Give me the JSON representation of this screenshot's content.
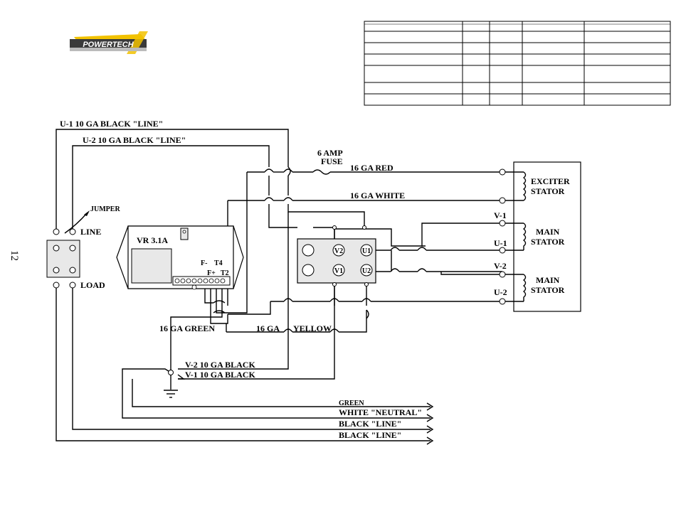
{
  "page": {
    "number": "12"
  },
  "logo": {
    "text": "POWERTECH"
  },
  "colors": {
    "ink": "#000000",
    "box_fill": "#e8e8e8",
    "paper": "#ffffff"
  },
  "table": {
    "rows": 7,
    "cols": 5
  },
  "labels": {
    "u1_line": "U-1  10 GA  BLACK \"LINE\"",
    "u2_line": "U-2  10 GA   BLACK \"LINE\"",
    "fuse_1": "6 AMP",
    "fuse_2": "FUSE",
    "red": "16 GA RED",
    "white": "16 GA WHITE",
    "jumper": "JUMPER",
    "line": "LINE",
    "load": "LOAD",
    "vr": "VR 3.1A",
    "f_minus": "F-",
    "t4": "T4",
    "f_plus": "F+",
    "t2": "T2",
    "green16": "16 GA  GREEN",
    "yellow16a": "16 GA",
    "yellow16b": "YELLOW",
    "v2_black": "V-2  10 GA  BLACK",
    "v1_black": "V-1  10 GA  BLACK",
    "out_green": "GREEN",
    "out_white": "WHITE \"NEUTRAL\"",
    "out_black1": "BLACK \"LINE\"",
    "out_black2": "BLACK \"LINE\"",
    "exciter_1": "EXCITER",
    "exciter_2": "STATOR",
    "main1_1": "MAIN",
    "main1_2": "STATOR",
    "main2_1": "MAIN",
    "main2_2": "STATOR",
    "v1": "V-1",
    "u1": "U-1",
    "v2": "V-2",
    "u2": "U-2",
    "term_v2": "V2",
    "term_u1": "U1",
    "term_v1": "V1",
    "term_u2": "U2"
  }
}
